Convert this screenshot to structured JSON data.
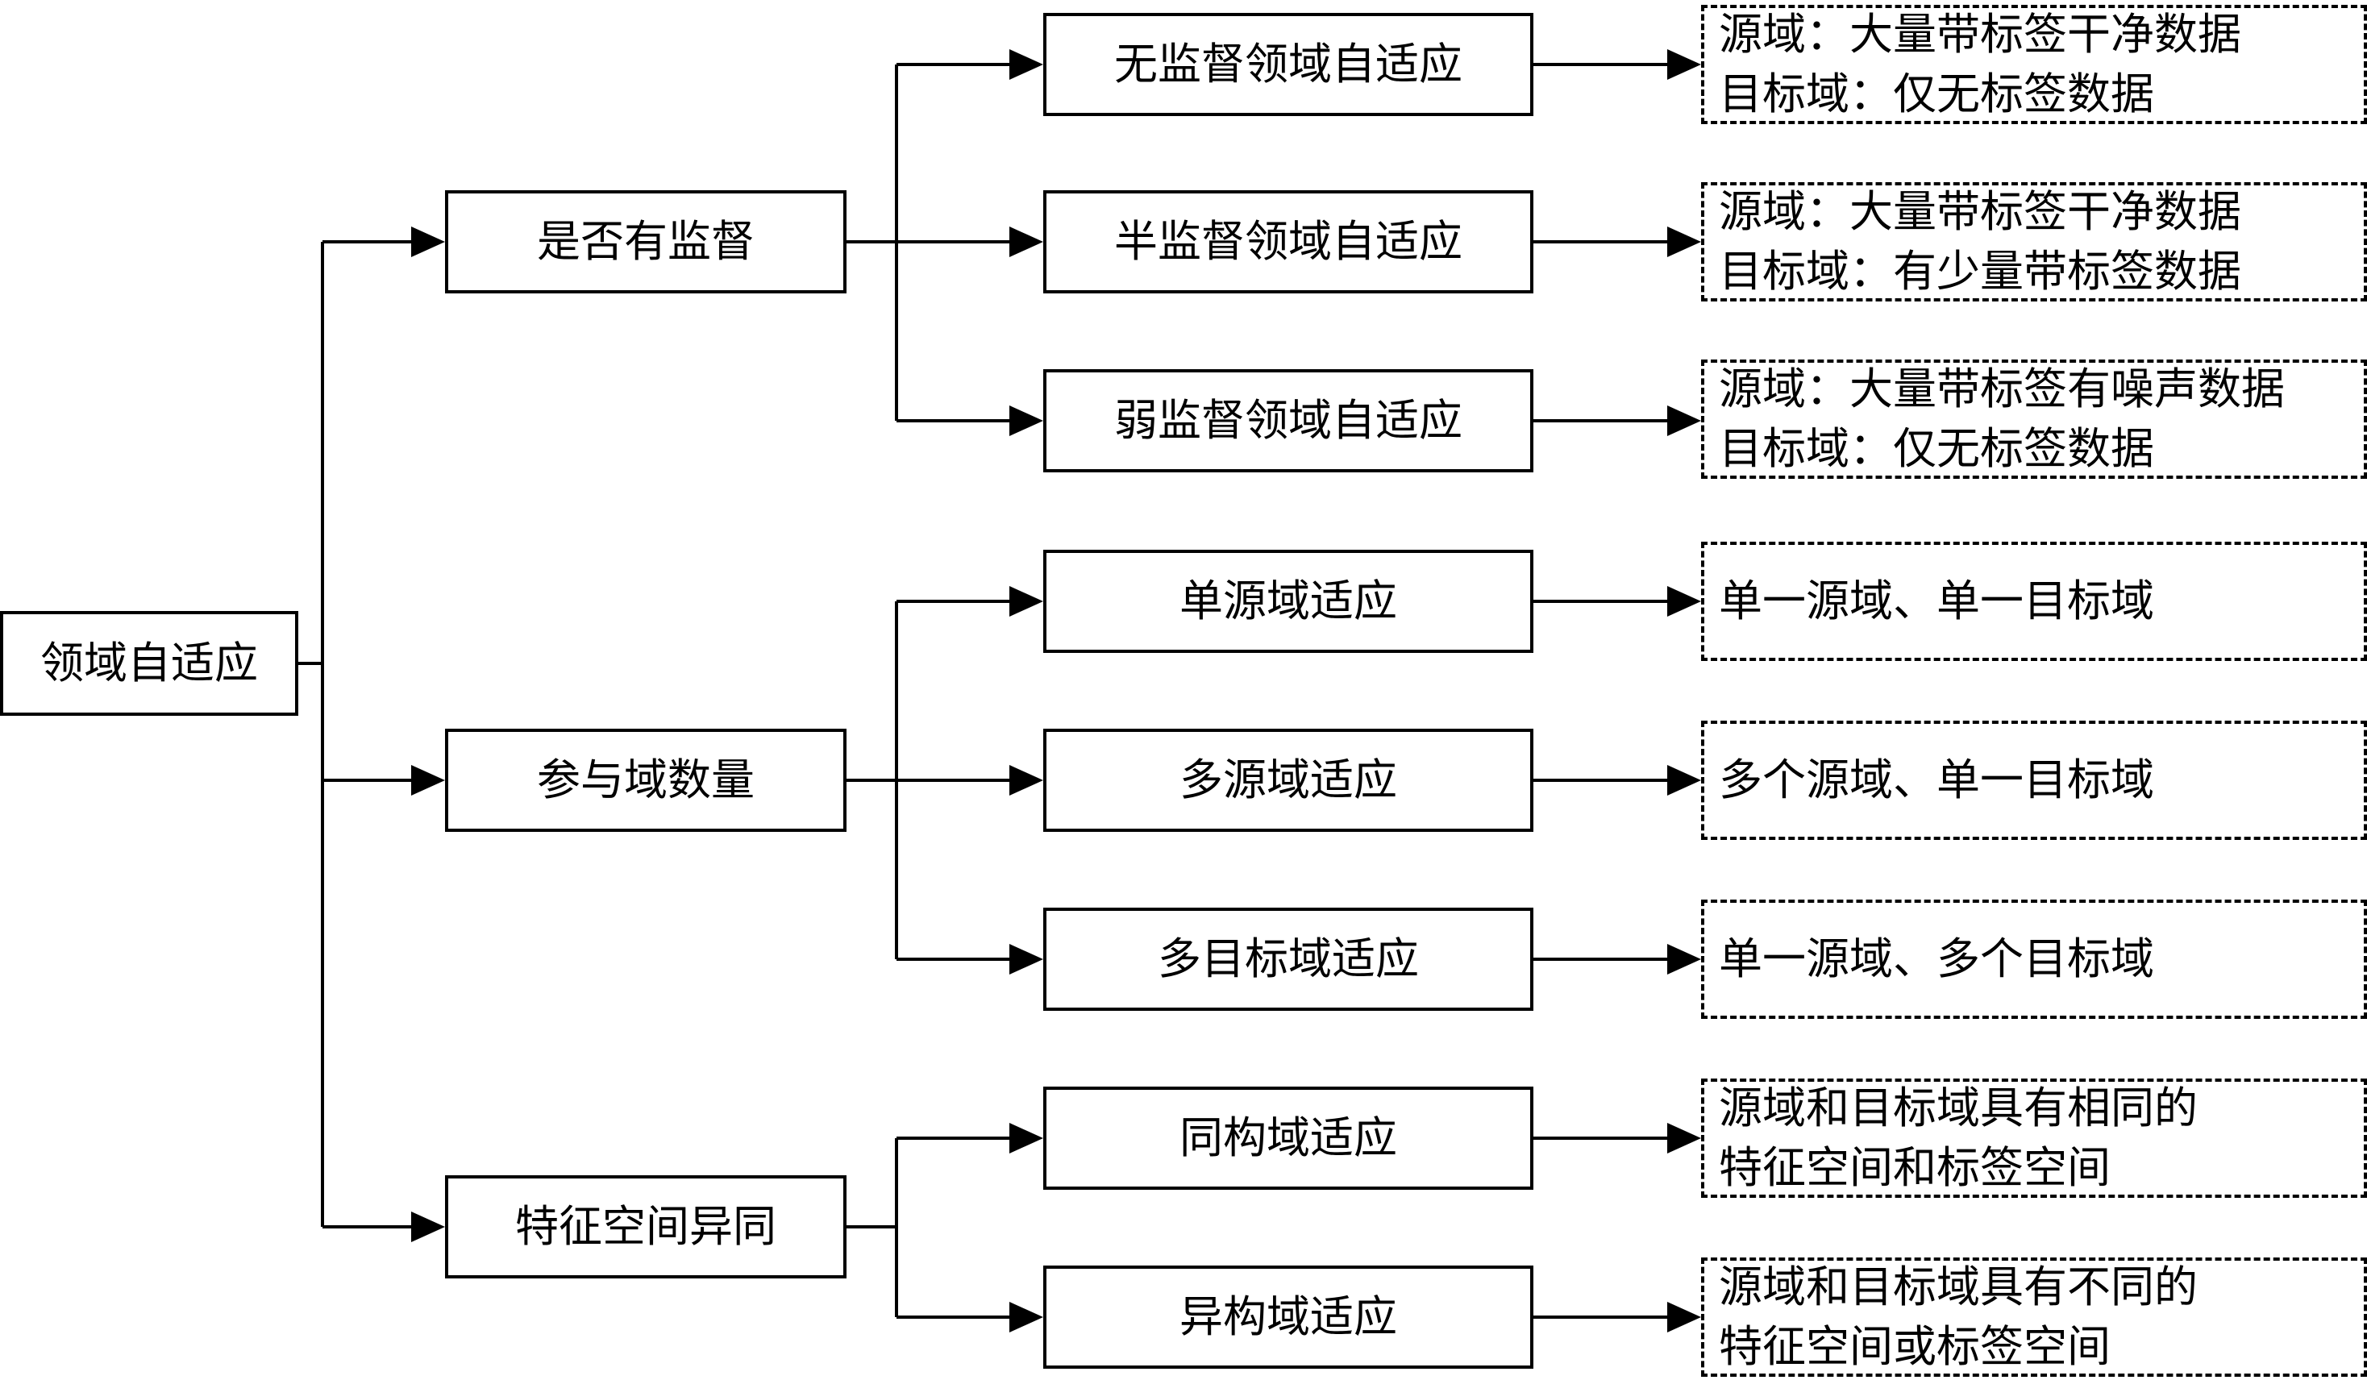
{
  "root": {
    "label": "领域自适应"
  },
  "categories": [
    {
      "label": "是否有监督",
      "methods": [
        {
          "label": "无监督领域自适应",
          "lines": [
            "源域：大量带标签干净数据",
            "目标域：仅无标签数据"
          ]
        },
        {
          "label": "半监督领域自适应",
          "lines": [
            "源域：大量带标签干净数据",
            "目标域：有少量带标签数据"
          ]
        },
        {
          "label": "弱监督领域自适应",
          "lines": [
            "源域：大量带标签有噪声数据",
            "目标域：仅无标签数据"
          ]
        }
      ]
    },
    {
      "label": "参与域数量",
      "methods": [
        {
          "label": "单源域适应",
          "lines": [
            "单一源域、单一目标域"
          ]
        },
        {
          "label": "多源域适应",
          "lines": [
            "多个源域、单一目标域"
          ]
        },
        {
          "label": "多目标域适应",
          "lines": [
            "单一源域、多个目标域"
          ]
        }
      ]
    },
    {
      "label": "特征空间异同",
      "methods": [
        {
          "label": "同构域适应",
          "lines": [
            "源域和目标域具有相同的",
            "特征空间和标签空间"
          ]
        },
        {
          "label": "异构域适应",
          "lines": [
            "源域和目标域具有不同的",
            "特征空间或标签空间"
          ]
        }
      ]
    }
  ]
}
